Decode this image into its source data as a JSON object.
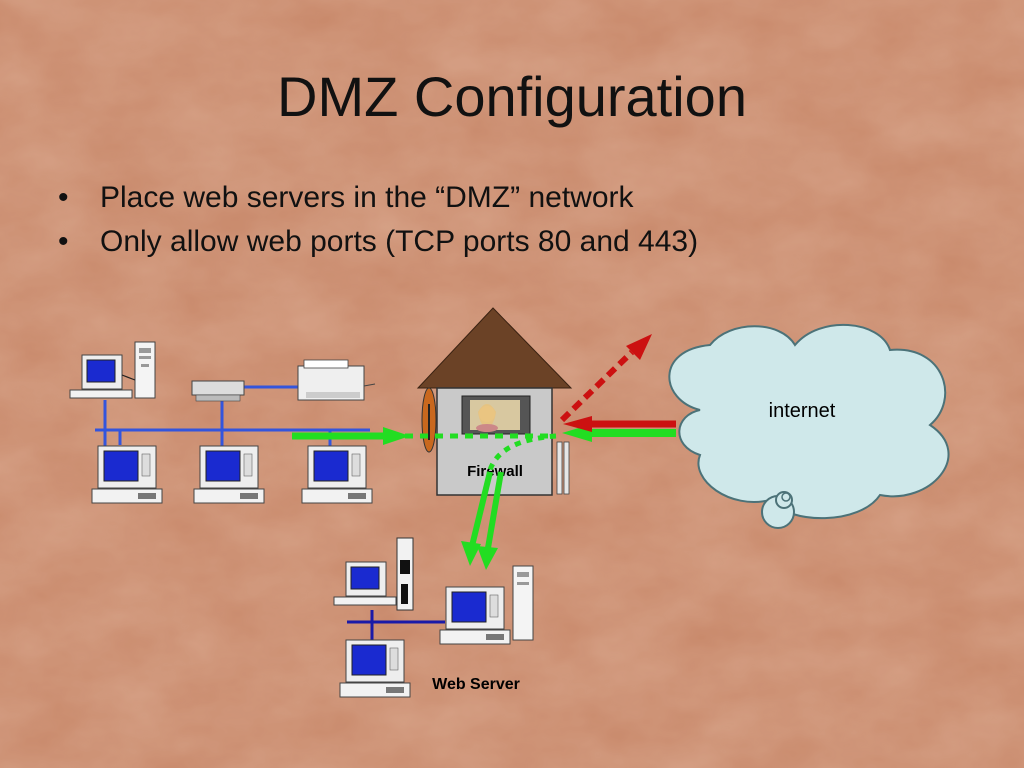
{
  "slide": {
    "title": "DMZ Configuration",
    "bullets": [
      "Place web servers in the “DMZ” network",
      "Only allow web ports (TCP ports 80 and 443)"
    ],
    "bullet_char": "•"
  },
  "diagram": {
    "firewall_label": "Firewall",
    "cloud_label": "internet",
    "web_server_label": "Web Server",
    "colors": {
      "background": "#c98a6c",
      "allowed_traffic": "#2ee82e",
      "blocked_traffic": "#cc1111",
      "lan_cable": "#3355dd",
      "dmz_cable": "#1a1aa8",
      "roof": "#6b4226",
      "cloud": "#cfe8ea"
    }
  }
}
